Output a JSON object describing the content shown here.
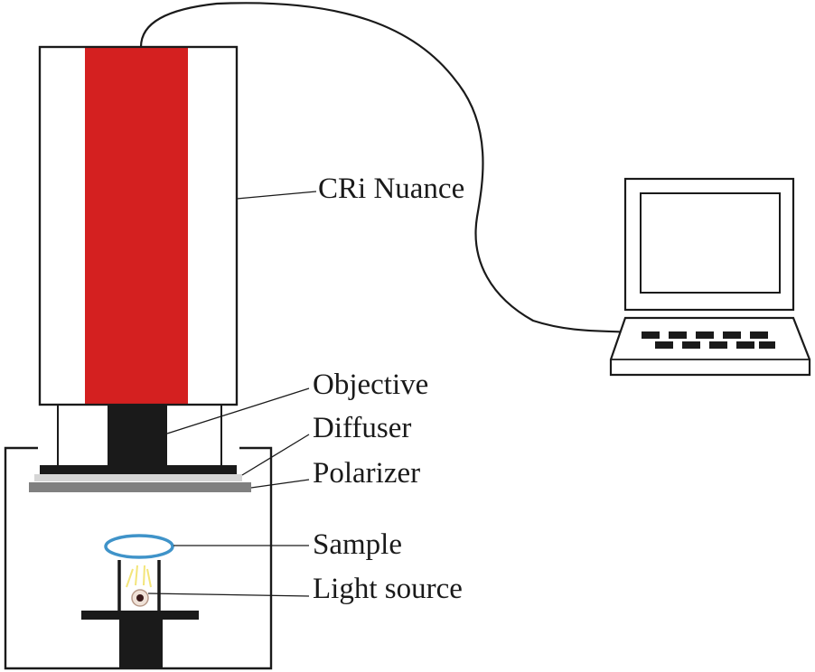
{
  "labels": {
    "camera": "CRi Nuance",
    "objective": "Objective",
    "diffuser": "Diffuser",
    "polarizer": "Polarizer",
    "sample": "Sample",
    "light_source": "Light source"
  },
  "colors": {
    "camera_band": "#d42020",
    "dark_part": "#1a1a1a",
    "diffuser": "#d6d6d6",
    "polarizer": "#808080",
    "sample_ring": "#3f93c9",
    "light_rays": "#f3e57a"
  }
}
